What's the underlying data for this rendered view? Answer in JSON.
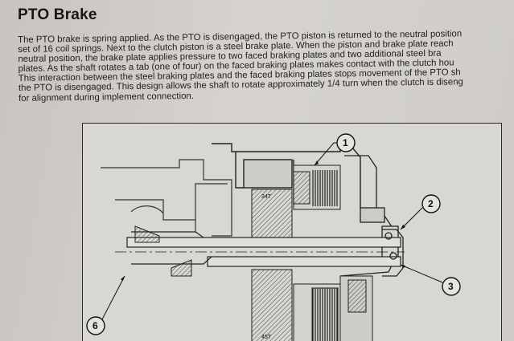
{
  "section": {
    "title": "PTO Brake",
    "paragraph_lines": [
      "The PTO brake is spring applied. As the PTO is disengaged, the PTO piston is returned to the neutral position",
      "set of 16 coil springs. Next to the clutch piston is a steel brake plate. When the piston and brake plate reach",
      "neutral position, the brake plate applies pressure to two faced braking plates and two additional steel bra",
      "plates. As the shaft rotates a tab (one of four) on the faced braking plates makes contact with the clutch hou",
      "This interaction between the steel braking plates and the faced braking plates stops movement of the PTO sh",
      "the PTO is disengaged. This design allows the shaft to rotate approximately 1/4 turn when the clutch is diseng",
      "for alignment during implement connection."
    ]
  },
  "figure": {
    "callouts": [
      "1",
      "2",
      "3",
      "6"
    ],
    "part_labels": [
      "34T",
      "45T"
    ]
  }
}
